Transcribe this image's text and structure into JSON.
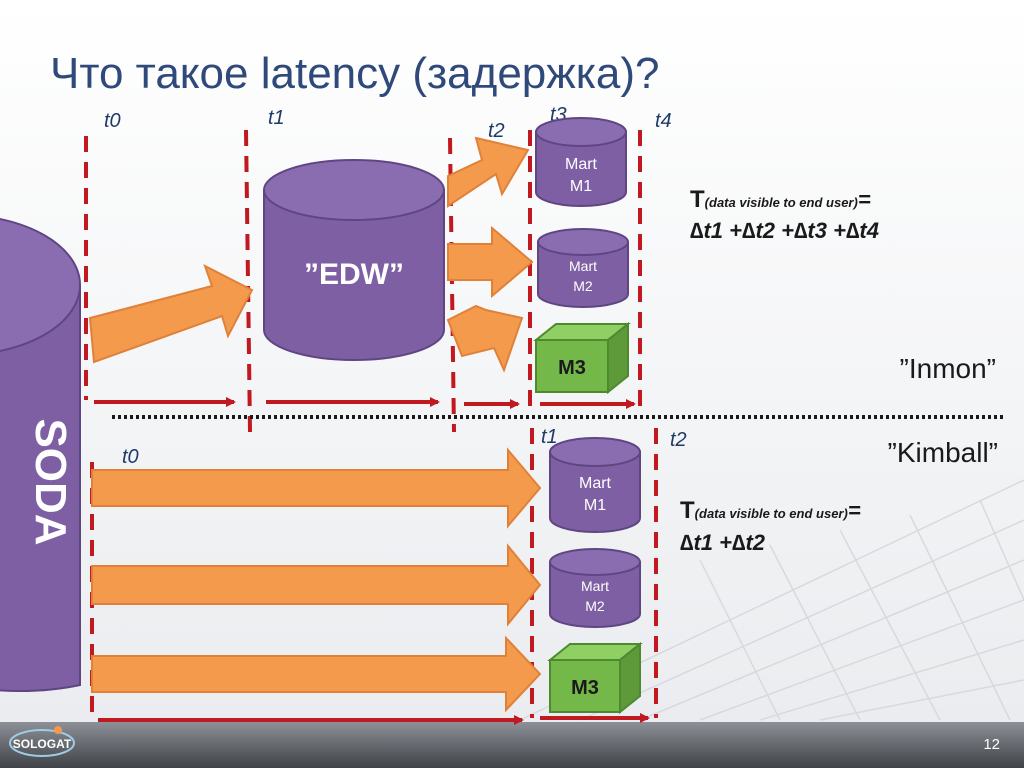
{
  "slide": {
    "title": "Что такое latency (задержка)?",
    "page_number": "12",
    "logo_text": "SOLOGAT"
  },
  "source": {
    "label": "SODA"
  },
  "inmon": {
    "section_label": "”Inmon”",
    "time_labels": [
      "t0",
      "t1",
      "t2",
      "t3",
      "t4"
    ],
    "edw_label": "”EDW”",
    "marts": [
      {
        "line1": "Mart",
        "line2": "M1"
      },
      {
        "line1": "Mart",
        "line2": "M2"
      }
    ],
    "cube_label": "M3",
    "formula": {
      "t_symbol": "T",
      "subscript": "(data visible to end user)",
      "equals": "=",
      "expression": "∆t1 +∆t2 +∆t3 +∆t4"
    }
  },
  "kimball": {
    "section_label": "”Kimball”",
    "time_labels": [
      "t0",
      "t1",
      "t2"
    ],
    "marts": [
      {
        "line1": "Mart",
        "line2": "M1"
      },
      {
        "line1": "Mart",
        "line2": "M2"
      }
    ],
    "cube_label": "M3",
    "formula": {
      "t_symbol": "T",
      "subscript": "(data visible to end user)",
      "equals": "=",
      "expression": "∆t1 +∆t2"
    }
  },
  "colors": {
    "purple": "#7e5fa3",
    "purple_dark": "#5f4683",
    "orange": "#f39a4d",
    "orange_stroke": "#e0813a",
    "green": "#74b84a",
    "green_dark": "#4d8a2e",
    "red": "#c0191f",
    "title": "#2f4a7a"
  }
}
